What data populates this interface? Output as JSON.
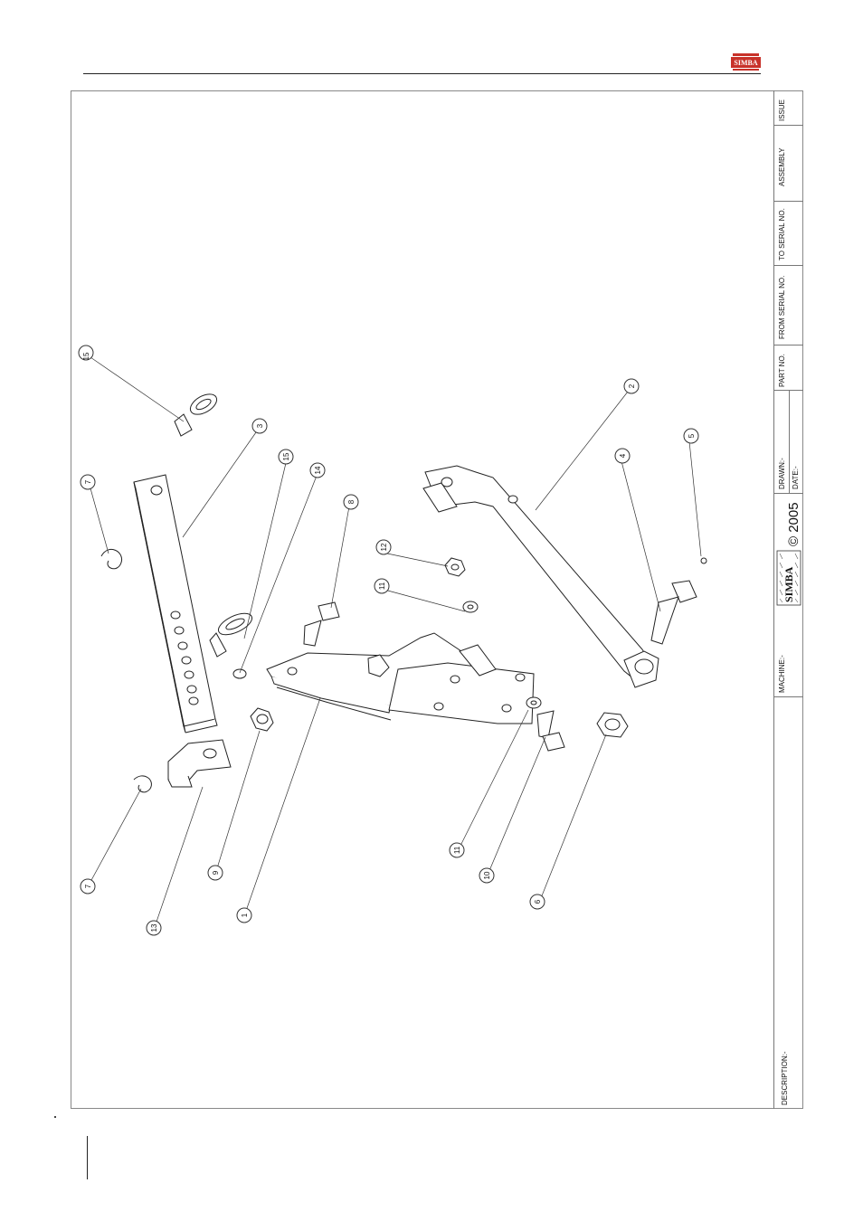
{
  "title_block": {
    "issue": "ISSUE",
    "assembly": "ASSEMBLY",
    "to_serial": "TO SERIAL NO.",
    "from_serial": "FROM SERIAL NO.",
    "part_no": "PART NO.",
    "drawn": "DRAWN:-",
    "date": "DATE:-",
    "copyright": "© 2005",
    "machine": "MACHINE:-",
    "description": "DESCRIPTION:-",
    "brand": "SIMBA"
  },
  "header": {
    "logo_text": "SIMBA"
  },
  "callouts": [
    "15",
    "7",
    "3",
    "15",
    "14",
    "8",
    "12",
    "11",
    "2",
    "4",
    "5",
    "7",
    "13",
    "9",
    "1",
    "11",
    "10",
    "6"
  ]
}
